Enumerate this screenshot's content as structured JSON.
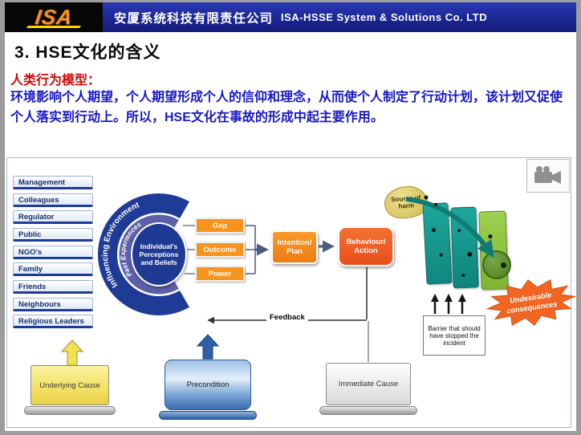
{
  "header": {
    "logo_text": "ISA",
    "company_cn": "安厦系统科技有限责任公司",
    "company_en": "ISA-HSSE  System & Solutions Co. LTD"
  },
  "slide": {
    "title": "3. HSE文化的含义",
    "lead_label": "人类行为模型：",
    "lead_body": "环境影响个人期望，个人期望形成个人的信仰和理念，从而使个人制定了行动计划，该计划又促使个人落实到行动上。所以，HSE文化在事故的形成中起主要作用。"
  },
  "diagram": {
    "influencers": [
      "Management",
      "Colleagues",
      "Regulator",
      "Public",
      "NGO's",
      "Family",
      "Friends",
      "Neighbours",
      "Religious Leaders"
    ],
    "arc_outer_label": "Influencing Environment",
    "arc_inner_label": "Past Experiences",
    "center_label": "Individual's Perceptions and Beliefs",
    "factors": [
      "Gap",
      "Outcome",
      "Power"
    ],
    "intention": [
      "Intention/",
      "Plan"
    ],
    "behaviour": [
      "Behaviour/",
      "Action"
    ],
    "source_of_harm": "Source of harm",
    "undesirable": [
      "Undesirable",
      "consequences"
    ],
    "barrier_label": "Barrier that should have stopped the incident",
    "feedback_label": "Feedback",
    "underlying_cause": "Underlying Cause",
    "precondition": "Precondition",
    "immediate_cause": "Immediate Cause",
    "icons": {
      "top_right": "video-camera-icon"
    },
    "colors": {
      "navy": "#1e3c96",
      "purple_arc": "#5d5fa9",
      "accent_orange": "#f7941e",
      "behaviour_orange": "#e94e1b",
      "teal_panel": "#17a298",
      "green_panel": "#8dc63f",
      "burst_orange": "#f26522",
      "header_blue": "#1b2590"
    }
  }
}
